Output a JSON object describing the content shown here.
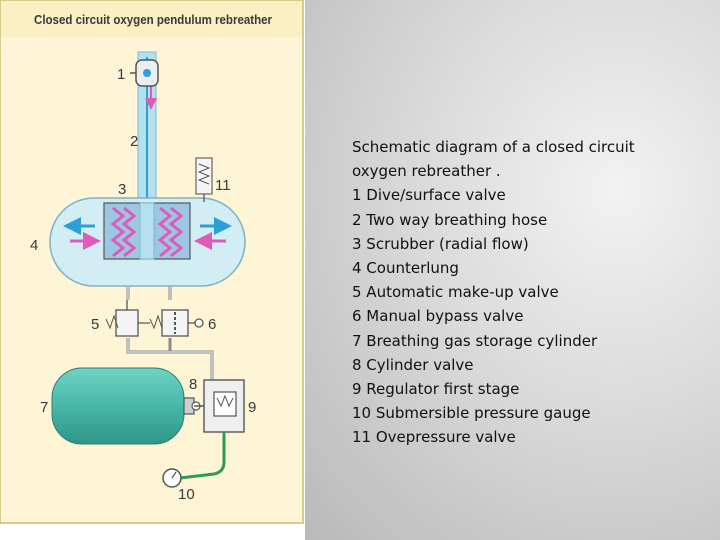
{
  "figure": {
    "title": "Closed circuit oxygen pendulum rebreather",
    "numbers": [
      "1",
      "2",
      "3",
      "4",
      "5",
      "6",
      "7",
      "8",
      "9",
      "10",
      "11"
    ],
    "colors": {
      "panel": "#fdf5d6",
      "panel_border": "#d9cc8a",
      "counterlung": "#d2edf3",
      "scrubber": "#9bc7e4",
      "scrubber_zigzag": "#e05ab8",
      "hose": "#b5e0ef",
      "cylinder": "#4fbfb0",
      "flow_blue": "#2e9fd6",
      "flow_pink": "#e05ab8",
      "pipe": "#8a8a8a",
      "hp_line": "#2f9a55"
    }
  },
  "caption": {
    "heading": "Schematic diagram of a closed circuit oxygen rebreather .",
    "items": [
      "1 Dive/surface valve",
      "2 Two way breathing hose",
      "3 Scrubber (radial flow)",
      "4 Counterlung",
      "5 Automatic make-up valve",
      "6 Manual bypass valve",
      "7 Breathing gas storage cylinder",
      "8 Cylinder valve",
      "9 Regulator first stage",
      "10 Submersible pressure gauge",
      "11 Ovepressure valve"
    ]
  }
}
